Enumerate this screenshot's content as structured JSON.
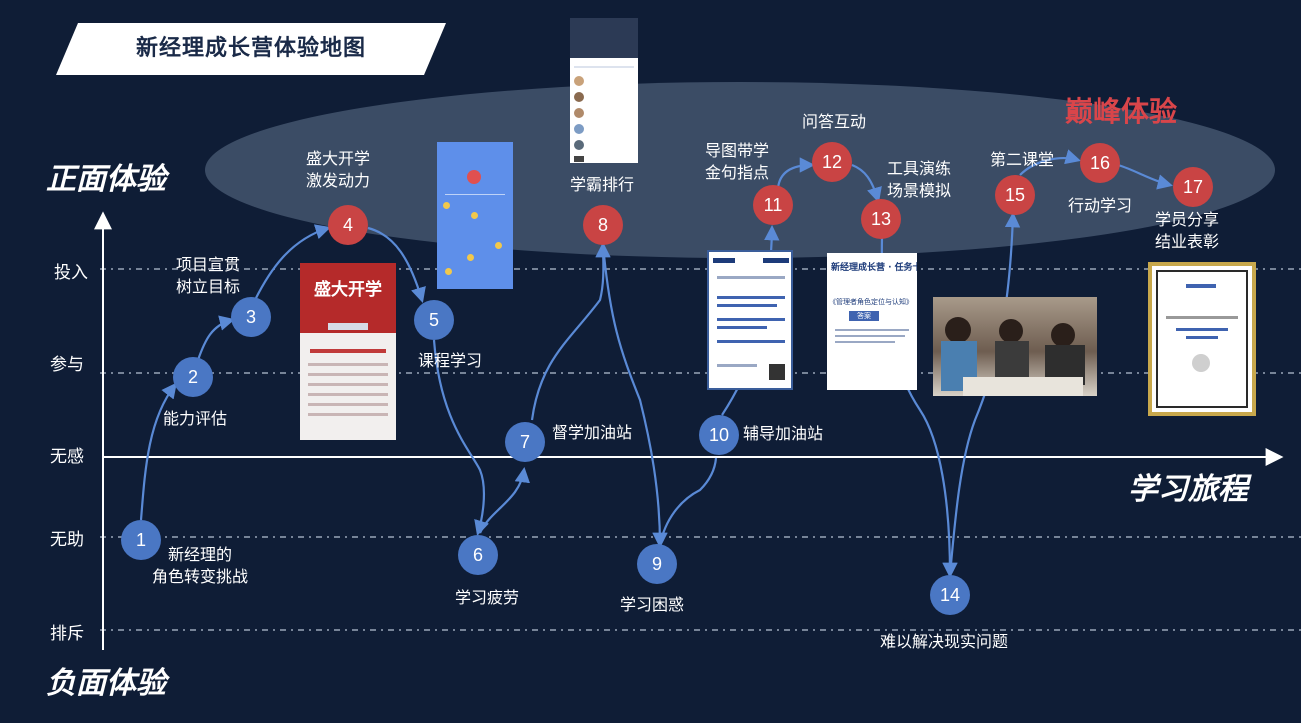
{
  "title": "新经理成长营体验地图",
  "peak_label": "巅峰体验",
  "axis": {
    "positive": "正面体验",
    "negative": "负面体验",
    "journey": "学习旅程",
    "levels": [
      "投入",
      "参与",
      "无感",
      "无助",
      "排斥"
    ]
  },
  "stages": [
    {
      "num": "1",
      "label": "新经理的\n角色转变挑战",
      "type": "negative"
    },
    {
      "num": "2",
      "label": "能力评估",
      "type": "normal"
    },
    {
      "num": "3",
      "label": "项目宣贯\n树立目标",
      "type": "normal"
    },
    {
      "num": "4",
      "label": "盛大开学\n激发动力",
      "type": "peak"
    },
    {
      "num": "5",
      "label": "课程学习",
      "type": "normal"
    },
    {
      "num": "6",
      "label": "学习疲劳",
      "type": "negative"
    },
    {
      "num": "7",
      "label": "督学加油站",
      "type": "normal"
    },
    {
      "num": "8",
      "label": "学霸排行",
      "type": "peak"
    },
    {
      "num": "9",
      "label": "学习困惑",
      "type": "negative"
    },
    {
      "num": "10",
      "label": "辅导加油站",
      "type": "normal"
    },
    {
      "num": "11",
      "label": "导图带学\n金句指点",
      "type": "peak"
    },
    {
      "num": "12",
      "label": "问答互动",
      "type": "peak"
    },
    {
      "num": "13",
      "label": "工具演练\n场景模拟",
      "type": "peak"
    },
    {
      "num": "14",
      "label": "难以解决现实问题",
      "type": "negative"
    },
    {
      "num": "15",
      "label": "第二课堂",
      "type": "peak"
    },
    {
      "num": "16",
      "label": "行动学习",
      "type": "peak"
    },
    {
      "num": "17",
      "label": "学员分享\n结业表彰",
      "type": "peak"
    }
  ],
  "thumbnails": {
    "opening_poster": {
      "heading": "盛大开学"
    },
    "tool_card": {
      "heading": "新经理成长营 · 任务卡",
      "subtitle": "《管理者角色定位与认知》",
      "tag": "答案"
    }
  },
  "colors": {
    "background": "#0f1d36",
    "ellipse": "#3e4f68",
    "blue_node": "#4a77c4",
    "red_node": "#c94444",
    "peak_text": "#d9454a"
  }
}
